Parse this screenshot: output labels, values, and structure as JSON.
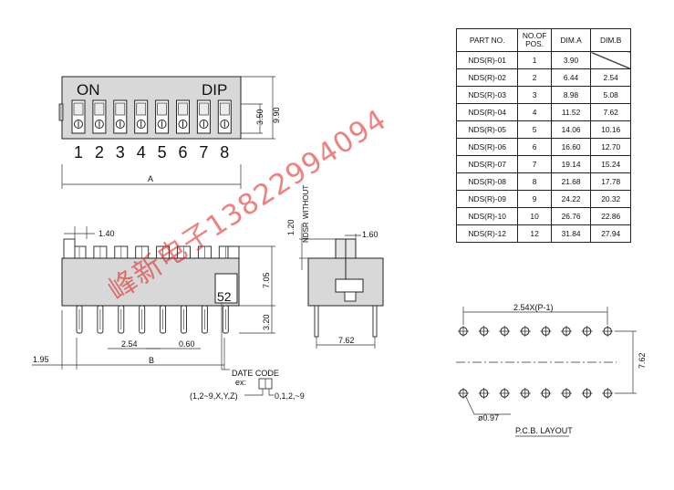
{
  "top_view": {
    "on_label": "ON",
    "dip_label": "DIP",
    "switch_numbers": [
      "1",
      "2",
      "3",
      "4",
      "5",
      "6",
      "7",
      "8"
    ],
    "dim_height_small": "3.50",
    "dim_height_total": "9.90",
    "dim_width": "A"
  },
  "front_view": {
    "dim_pin_offset": "1.40",
    "dim_body_height": "7.05",
    "dim_pin_length": "3.20",
    "dim_pitch": "2.54",
    "dim_pin_width": "0.60",
    "dim_edge": "1.95",
    "dim_span": "B",
    "marking": "52",
    "date_code_label": "DATE CODE",
    "date_code_ex": "ex:",
    "date_code_left": "(1,2~9,X,Y,Z)",
    "date_code_right": "0,1,2,~9"
  },
  "side_view": {
    "dim_top_height": "1.20",
    "note_line1": "NDSR",
    "note_line2": "WITHOUT",
    "dim_top_width": "1.60",
    "dim_pin_span": "7.62"
  },
  "pcb_layout": {
    "dim_pitch_label": "2.54X(P-1)",
    "dim_row_spacing": "7.62",
    "dim_hole": "ø0.97",
    "title": "P.C.B. LAYOUT"
  },
  "table": {
    "headers": [
      "PART NO.",
      "NO.OF POS.",
      "DIM.A",
      "DIM.B"
    ],
    "rows": [
      [
        "NDS(R)-01",
        "1",
        "3.90",
        ""
      ],
      [
        "NDS(R)-02",
        "2",
        "6.44",
        "2.54"
      ],
      [
        "NDS(R)-03",
        "3",
        "8.98",
        "5.08"
      ],
      [
        "NDS(R)-04",
        "4",
        "11.52",
        "7.62"
      ],
      [
        "NDS(R)-05",
        "5",
        "14.06",
        "10.16"
      ],
      [
        "NDS(R)-06",
        "6",
        "16.60",
        "12.70"
      ],
      [
        "NDS(R)-07",
        "7",
        "19.14",
        "15.24"
      ],
      [
        "NDS(R)-08",
        "8",
        "21.68",
        "17.78"
      ],
      [
        "NDS(R)-09",
        "9",
        "24.22",
        "20.32"
      ],
      [
        "NDS(R)-10",
        "10",
        "26.76",
        "22.86"
      ],
      [
        "NDS(R)-12",
        "12",
        "31.84",
        "27.94"
      ]
    ]
  },
  "watermark": "峰新电子13822994094"
}
